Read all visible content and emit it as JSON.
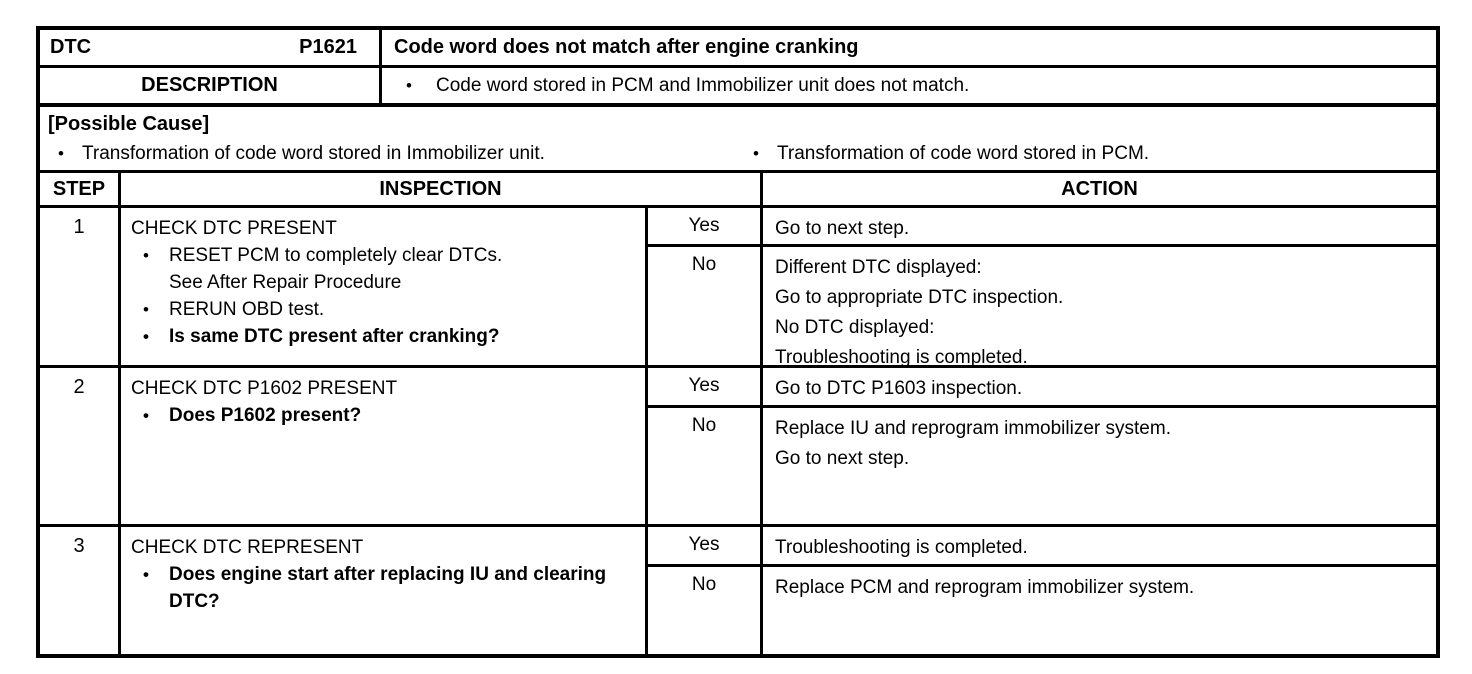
{
  "glyphs": {
    "bullet": "•"
  },
  "colors": {
    "border": "#000000",
    "text": "#000000",
    "page_background": "#ffffff"
  },
  "dtc_header": {
    "label": "DTC",
    "code": "P1621",
    "title": "Code word does not match after engine cranking"
  },
  "description": {
    "label": "DESCRIPTION",
    "text": "Code word stored in PCM and Immobilizer unit does not match."
  },
  "possible_cause": {
    "title": "[Possible Cause]",
    "items": [
      "Transformation of code word stored in Immobilizer unit.",
      "Transformation of code word stored in PCM."
    ]
  },
  "columns": {
    "step": "STEP",
    "inspection": "INSPECTION",
    "action": "ACTION"
  },
  "steps": [
    {
      "number": "1",
      "title": "CHECK DTC PRESENT",
      "bullets": [
        {
          "lines": [
            "RESET PCM to completely clear DTCs.",
            "See After Repair Procedure"
          ],
          "bold": false
        },
        {
          "lines": [
            "RERUN OBD test."
          ],
          "bold": false
        },
        {
          "lines": [
            "Is same DTC present after cranking?"
          ],
          "bold": true
        }
      ],
      "outcomes": [
        {
          "answer": "Yes",
          "action_lines": [
            "Go to next step."
          ]
        },
        {
          "answer": "No",
          "action_lines": [
            "Different DTC displayed:",
            "Go to appropriate DTC inspection.",
            "No DTC displayed:",
            "Troubleshooting is completed."
          ]
        }
      ]
    },
    {
      "number": "2",
      "title": "CHECK DTC P1602 PRESENT",
      "bullets": [
        {
          "lines": [
            "Does P1602 present?"
          ],
          "bold": true
        }
      ],
      "outcomes": [
        {
          "answer": "Yes",
          "action_lines": [
            "Go to DTC P1603 inspection."
          ]
        },
        {
          "answer": "No",
          "action_lines": [
            "Replace IU and reprogram immobilizer system.",
            "Go to next step."
          ]
        }
      ]
    },
    {
      "number": "3",
      "title": "CHECK DTC REPRESENT",
      "bullets": [
        {
          "lines": [
            "Does engine start after replacing IU and clearing DTC?"
          ],
          "bold": true
        }
      ],
      "outcomes": [
        {
          "answer": "Yes",
          "action_lines": [
            "Troubleshooting is completed."
          ]
        },
        {
          "answer": "No",
          "action_lines": [
            "Replace PCM and reprogram immobilizer system."
          ]
        }
      ]
    }
  ]
}
